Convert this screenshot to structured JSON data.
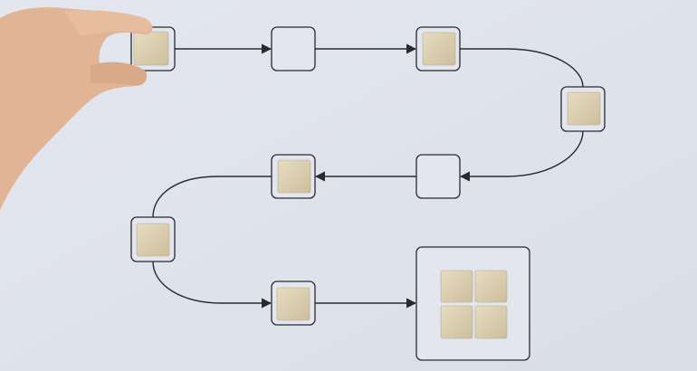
{
  "scene": {
    "colors": {
      "background": "#e0e4ec",
      "outline": "#2a2a2e",
      "wood_cube": "#d9cdb0",
      "wood_cube_shade": "#c2b592",
      "skin": "#e2b89a"
    },
    "nodes": [
      {
        "kind": "outlined-square",
        "has_cube": true,
        "held_by_hand": true
      },
      {
        "kind": "outlined-square",
        "has_cube": false
      },
      {
        "kind": "outlined-square",
        "has_cube": true
      },
      {
        "kind": "outlined-square",
        "has_cube": true
      },
      {
        "kind": "outlined-square",
        "has_cube": false
      },
      {
        "kind": "outlined-square",
        "has_cube": true
      },
      {
        "kind": "outlined-square",
        "has_cube": true
      },
      {
        "kind": "outlined-square",
        "has_cube": true
      },
      {
        "kind": "large-square",
        "cube_count": 4
      }
    ]
  }
}
